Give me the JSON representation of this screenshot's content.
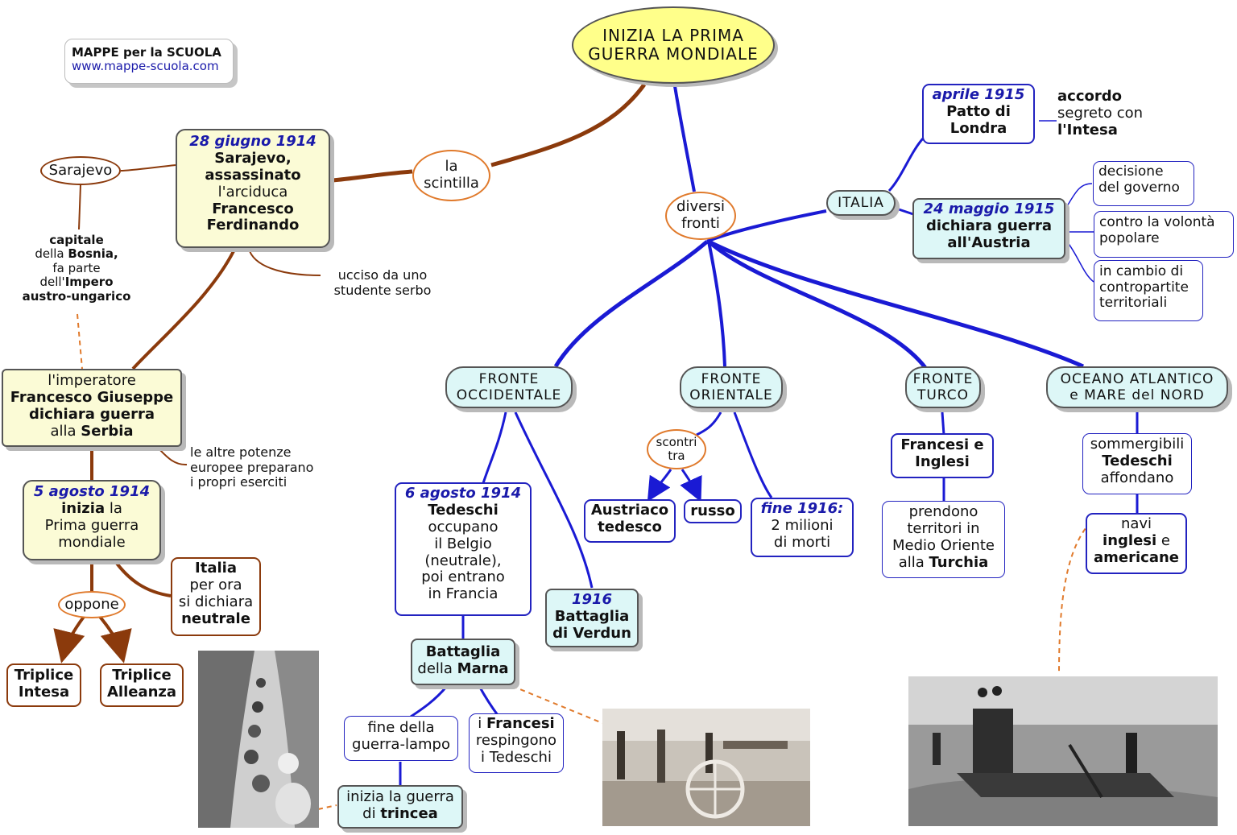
{
  "brand": {
    "title": "MAPPE per la SCUOLA",
    "url": "www.mappe-scuola.com"
  },
  "root": {
    "line1": "INIZIA LA PRIMA",
    "line2": "GUERRA MONDIALE"
  },
  "scintilla": {
    "line1": "la",
    "line2": "scintilla"
  },
  "attentato": {
    "date": "28 giugno 1914",
    "l1": "Sarajevo,",
    "l2": "assassinato",
    "l3": "l'arciduca",
    "l4": "Francesco",
    "l5": "Ferdinando"
  },
  "sarajevo": "Sarajevo",
  "capitale": {
    "l1": "capitale",
    "l2a": "della ",
    "l2b": "Bosnia,",
    "l3": "fa parte",
    "l4a": "dell'",
    "l4b": "Impero",
    "l5": "austro-ungarico"
  },
  "ucciso": {
    "l1": "ucciso da uno",
    "l2": "studente serbo"
  },
  "imperatore": {
    "l1": "l'imperatore",
    "l2": "Francesco Giuseppe",
    "l3": "dichiara guerra",
    "l4a": "alla ",
    "l4b": "Serbia"
  },
  "potenze": {
    "l1": "le altre potenze",
    "l2": "europee preparano",
    "l3": "i propri eserciti"
  },
  "inizio": {
    "date": "5 agosto 1914",
    "l1a": "inizia",
    "l1b": " la",
    "l2": "Prima guerra",
    "l3": "mondiale"
  },
  "italia_neutrale": {
    "l1": "Italia",
    "l2": "per ora",
    "l3": "si dichiara",
    "l4": "neutrale"
  },
  "oppone": "oppone",
  "triplice_intesa": {
    "l1": "Triplice",
    "l2": "Intesa"
  },
  "triplice_alleanza": {
    "l1": "Triplice",
    "l2": "Alleanza"
  },
  "fronti": {
    "l1": "diversi",
    "l2": "fronti"
  },
  "italia": "ITALIA",
  "patto": {
    "date": "aprile 1915",
    "l1": "Patto di",
    "l2": "Londra"
  },
  "accordo": {
    "l1": "accordo",
    "l2": "segreto con",
    "l3": "l'Intesa"
  },
  "dichiarazione_italia": {
    "date": "24 maggio 1915",
    "l1": "dichiara guerra",
    "l2": "all'Austria"
  },
  "motivi": [
    {
      "l1": "decisione",
      "l2": "del governo"
    },
    {
      "l1": "contro la volontà",
      "l2": "popolare"
    },
    {
      "l1": "in cambio di",
      "l2": "contropartite",
      "l3": "territoriali"
    }
  ],
  "fronte_occidentale": {
    "l1": "FRONTE",
    "l2": "OCCIDENTALE"
  },
  "fronte_orientale": {
    "l1": "FRONTE",
    "l2": "ORIENTALE"
  },
  "fronte_turco": {
    "l1": "FRONTE",
    "l2": "TURCO"
  },
  "oceano": {
    "l1": "OCEANO ATLANTICO",
    "l2": "e MARE del NORD"
  },
  "belgio": {
    "date": "6 agosto 1914",
    "l1": "Tedeschi",
    "l2": "occupano",
    "l3": "il Belgio",
    "l4": "(neutrale),",
    "l5": "poi entrano",
    "l6": "in Francia"
  },
  "verdun": {
    "date": "1916",
    "l1": "Battaglia",
    "l2": "di Verdun"
  },
  "marna": {
    "l1": "Battaglia",
    "l2a": "della ",
    "l2b": "Marna"
  },
  "lampo": {
    "l1": "fine della",
    "l2": "guerra-lampo"
  },
  "respingono": {
    "l1a": "i ",
    "l1b": "Francesi",
    "l2": "respingono",
    "l3": "i Tedeschi"
  },
  "trincea": {
    "l1": "inizia la guerra",
    "l2a": "di ",
    "l2b": "trincea"
  },
  "scontri": {
    "l1": "scontri",
    "l2": "tra"
  },
  "austriaco": {
    "l1": "Austriaco",
    "l2": "tedesco"
  },
  "russo": "russo",
  "morti": {
    "date": "fine 1916:",
    "l1": "2 milioni",
    "l2": "di morti"
  },
  "francesi_inglesi": {
    "l1": "Francesi e",
    "l2": "Inglesi"
  },
  "medio_oriente": {
    "l1": "prendono",
    "l2": "territori in",
    "l3": "Medio Oriente",
    "l4a": "alla ",
    "l4b": "Turchia"
  },
  "sommergibili": {
    "l1": "sommergibili",
    "l2": "Tedeschi",
    "l3": "affondano"
  },
  "navi": {
    "l1": "navi",
    "l2a": "inglesi",
    "l2b": " e",
    "l3": "americane"
  },
  "colors": {
    "blue_link": "#1a1ad4",
    "brown_link": "#8b3a0c",
    "orange_dash": "#e07a2c",
    "yellow_node": "#fbfbd6",
    "cyan_node": "#ddf7f7",
    "date_blue": "#1a1aaa"
  }
}
